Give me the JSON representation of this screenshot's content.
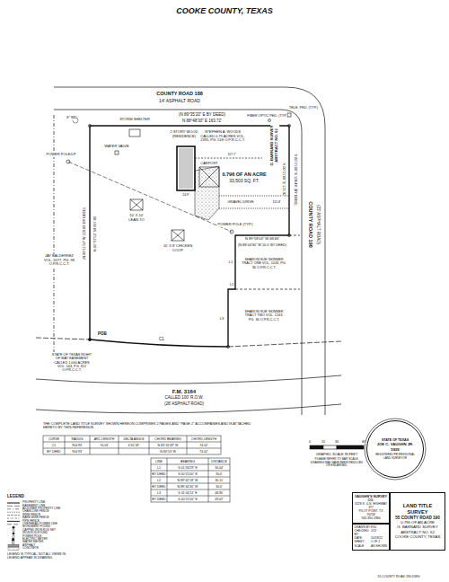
{
  "diagram": {
    "title": "COOKE COUNTY, TEXAS",
    "nodes": [
      {
        "text": [
          "STATE OF TEXAS",
          "JOE C. VAUGHN JR.",
          "5929",
          "REGISTERED PROFESSIONAL LAND SURVEYOR"
        ]
      },
      {
        "text": [
          "VAUGHN'S SURVEY CO.",
          "3228 S. U.S. HIGHWAY 377",
          "PILOT POINT, TX 76258",
          "940-390-3384"
        ]
      },
      {
        "text": [
          "DRAWN BY:",
          "RSJ",
          "CHECKED BY:",
          "JCV",
          "DATE:",
          "10/18/22",
          "SHEET:",
          "1 OF 2",
          "SCALE:",
          "AS SHOWN"
        ]
      },
      {
        "text": [
          "LAND TITLE SURVEY",
          "55 COUNTY ROAD 190",
          "0.796 OF AN ACRE",
          "G. BARNARD SURVEY",
          "ABSTRACT NO. 62",
          "COOKE COUNTY, TEXAS"
        ]
      }
    ],
    "labels": [
      "COUNTY ROAD 188",
      "14' ASPHALT ROAD",
      "(N 89°35'20\" E BY DEED)",
      "N 88°48'30\" E 163.72'",
      "FIBER OPTIC PED. (TYP.)",
      "TELE. PED. (TYP.)",
      "8\" WD",
      "STORM SHELTER",
      "POWER POLE/LP",
      "WATER VALVE",
      "2 STORY WOOD (RESIDENCE)",
      "STEPHEN A. WOODS CALLED 0.79 ACRES VOL. 2395, PG. 518 O.P.R.C.C.T.",
      "G. BARNARD SURVEY ABSTRACT NO. 62",
      "0.796 OF AN ACRE",
      "33,503 SQ. FT.",
      "117.7'",
      "CARPORT",
      "GRAVEL DRIVE",
      "24.9'",
      "115.8'",
      "10' X 10' LEAN-TO",
      "10' X 8' CHICKEN COOP",
      "JAY BALDERREZ VOL. 2077, PG. 98 O.P.R.C.C.T.",
      "N 00°33'52\" W 227.80'",
      "(N 00°11'50\" W 228.89' BY DEED)",
      "POWER POLE (TYP.)",
      "N 89°58'04\" W 68.84'",
      "(N 88°44'30\" W 10.0' BY DEED)",
      "SHARON SUE SKINNER TRACT ONE VOL. 1243, PG. 36 O.P.R.C.C.T.",
      "L1",
      "SHARON SUE SKINNER TRACT TWO VOL. 1243, PG. 36 O.P.R.C.C.T.",
      "L2",
      "L3",
      "POB",
      "C1",
      "STATE OF TEXAS RIGHT OF WAY EASEMENT CALLED 1.000 ACRES VOL. 544, PG. 612 O.P.R.C.C.T.",
      "F.M. 3164",
      "CALLED 100' R.O.W.",
      "(28' ASPHALT ROAD)",
      "COUNTY ROAD 190",
      "(23' ASPHALT ROAD)",
      "S 00°21'00\" E 124.48' (BY DEED)",
      "S 00°21'00\" E 123.90'",
      "THE COMPLETE LAND TITLE SURVEY SHOWN HEREON COMPRISES 2 PAGES AND \"PAGE 2\" ACCOMPANIES AND IS ATTACHED HERETO BY THIS REFERENCE.",
      "CURVE",
      "RADIUS",
      "ARC LENGTH",
      "DELTA ANGLE",
      "CHORD BEARING",
      "CHORD LENGTH",
      "C1",
      "904.93'",
      "74.03'",
      "4°41'18\"",
      "N 83°16'49\" W",
      "74.02'",
      "BY DEED",
      "904.93'",
      "N 84°53' W",
      "74.02'",
      "LINE",
      "BEARING",
      "DISTANCE",
      "L1",
      "S 01°34'29\" E",
      "30.04'",
      "BY DEED",
      "S 00°21'00\" E",
      "30.0'",
      "L2",
      "N 89°42'18\" W",
      "30.11'",
      "BY DEED",
      "N 88°44'30\" W",
      "30.0'",
      "L3",
      "S 01°04'11\" E",
      "48.85'",
      "BY DEED",
      "S 00°21'00\" E",
      "49.67'",
      "LEGEND",
      "LEGEND IS TYPICAL, NOT ALL VIEWS IN LEGEND APPEAR IN DRAWING.",
      "0",
      "15",
      "30",
      "60",
      "GRAPHIC SCALE IN FEET",
      "PLEASE REFER TO BAR SCALE. DRAWING MAY HAVE BEEN REDUCED OR ENLARGED.",
      "55 COUNTY ROAD 190.DWG"
    ],
    "legend": [
      {
        "text": "PROPERTY LINE"
      },
      {
        "text": "EASEMENT LINE"
      },
      {
        "text": "ADJOINER PROPERTY LINE"
      },
      {
        "text": "CHAIN LINK FENCE"
      },
      {
        "text": "WIRE FENCE"
      },
      {
        "text": "BARB WIRE FENCE"
      },
      {
        "text": "PIPE FENCE"
      },
      {
        "text": "OVERHEAD POWER LINE"
      },
      {
        "text": "MONUMENT FOUND"
      },
      {
        "text": "CAPPED IRON ROD SET"
      },
      {
        "text": "IRON ROD FOUND"
      },
      {
        "text": "POWER POLE"
      },
      {
        "text": "ELECTRIC METER"
      },
      {
        "text": "WATER METER"
      },
      {
        "text": "ASPHALT"
      },
      {
        "text": "CONCRETE"
      }
    ]
  }
}
